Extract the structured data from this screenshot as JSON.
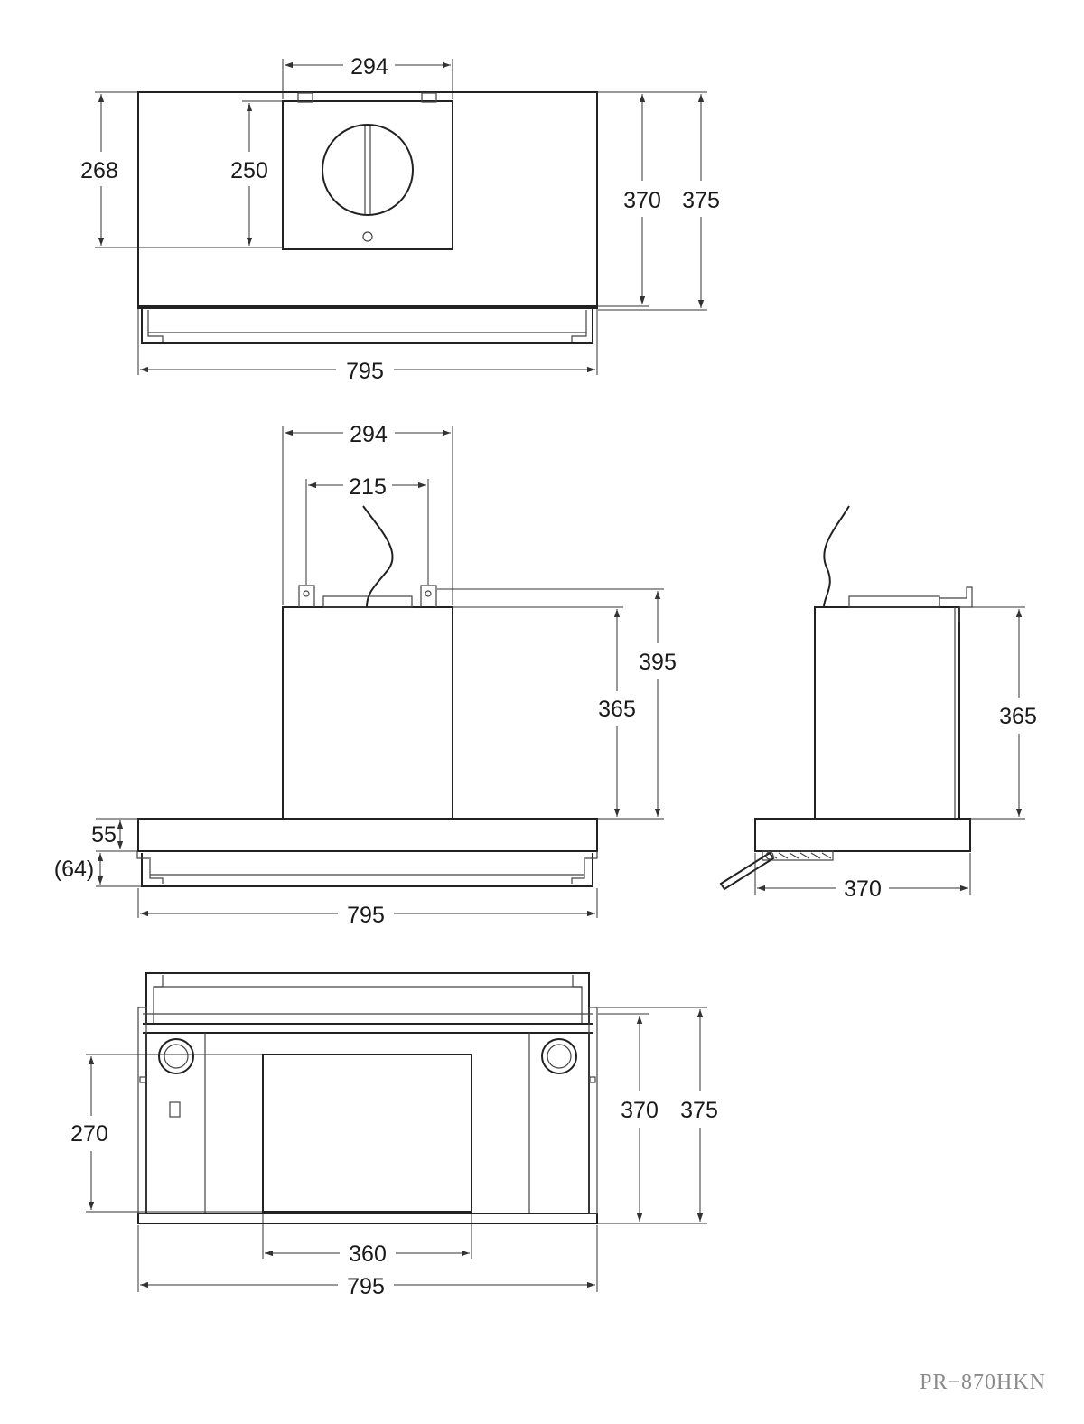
{
  "top_view": {
    "dims": {
      "top_width": "294",
      "panel_height": "268",
      "inner_height": "250",
      "depth_inner": "370",
      "depth_total": "375",
      "overall_width": "795"
    }
  },
  "front_view": {
    "dims": {
      "chimney_width": "294",
      "bracket_spacing": "215",
      "total_height": "395",
      "chimney_height": "365",
      "canopy_height": "55",
      "visor_height": "(64)",
      "overall_width": "795"
    }
  },
  "side_view": {
    "dims": {
      "chimney_height": "365",
      "depth": "370"
    }
  },
  "bottom_view": {
    "dims": {
      "filter_depth": "270",
      "depth_inner": "370",
      "depth_total": "375",
      "filter_width": "360",
      "overall_width": "795"
    }
  },
  "model_label": "PR−870HKN"
}
